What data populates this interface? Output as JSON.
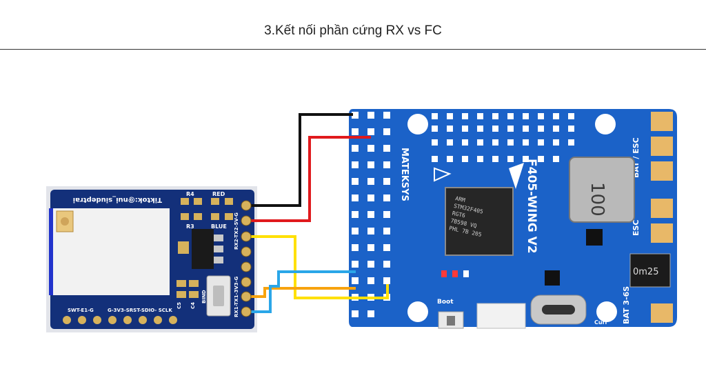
{
  "title": "3.Kết nối phần cứng RX vs FC",
  "rx_board": {
    "top_label": "Tiktok:@nui_siudeptrai",
    "led_red": "RED",
    "led_blue": "BLUE",
    "r4": "R4",
    "r3": "R3",
    "c4": "C4",
    "c5": "C5",
    "bind": "BIND",
    "pin_top": "RX2-TX2-5V-G",
    "pin_bottom": "RX1-TX1-3V3-G",
    "bottom_left": "SWT-E1-G",
    "bottom_mid": "G-3V3-SRST-SDIO- SCLK"
  },
  "fc_board": {
    "brand": "MATEKSYS",
    "model": "F405-WING V2",
    "bat_esc": "BAT / ESC",
    "esc": "ESC",
    "bat": "BAT 3-6S",
    "boot": "Boot",
    "chip_lines": [
      "ARM",
      "STM32F405",
      "RGT6",
      "7B598 VQ",
      "PHL 7B 205"
    ],
    "inductor": "100",
    "resistor": "0m25",
    "curr": "Curr"
  },
  "colors": {
    "wire_gnd": "#111111",
    "wire_5v": "#e0191c",
    "wire_tx": "#ffe000",
    "wire_rx": "#2aa6e8",
    "board": "#1b62c8"
  }
}
